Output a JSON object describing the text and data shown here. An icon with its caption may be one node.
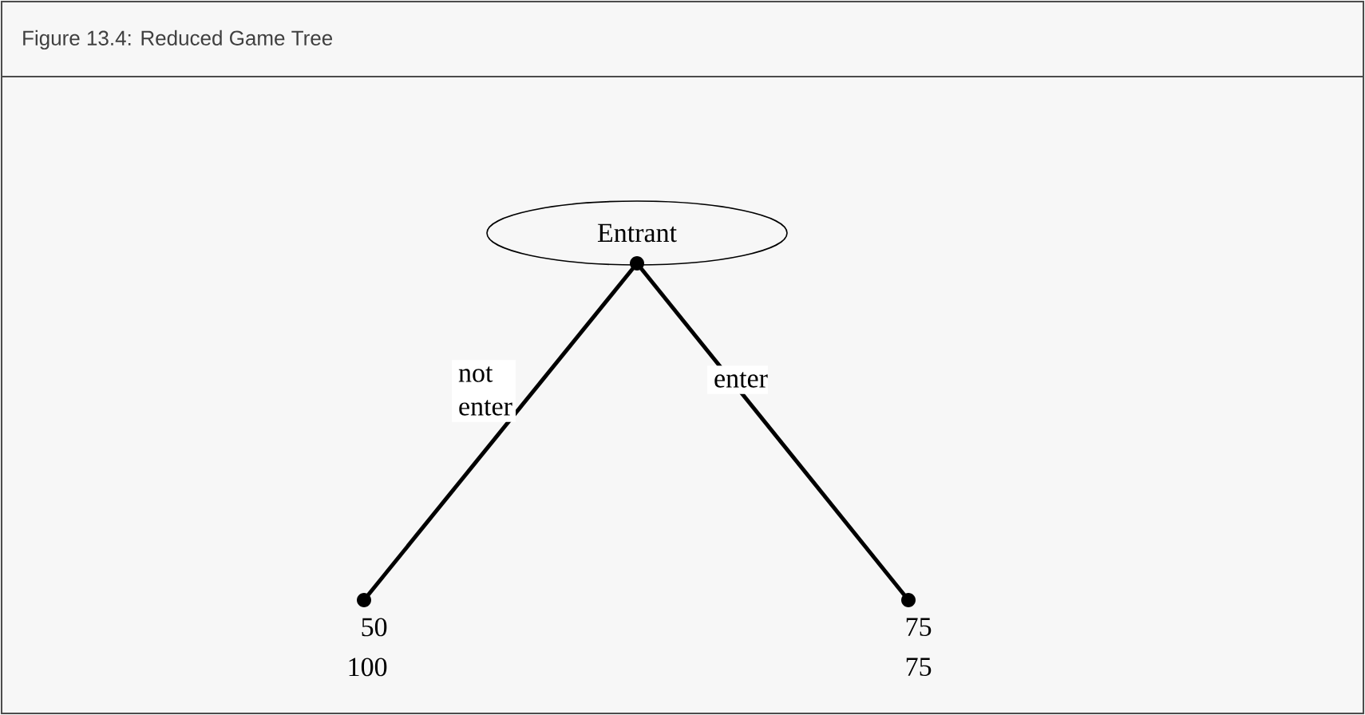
{
  "diagram": {
    "title": "Figure 13.4: Reduced Game Tree",
    "nodes": [
      {
        "text": [
          "Entrant"
        ]
      },
      {
        "text": [],
        "shape": "circle"
      },
      {
        "text": [],
        "shape": "circle",
        "beside": [
          "50",
          "100"
        ]
      },
      {
        "text": [],
        "shape": "circle",
        "beside": [
          "75",
          "75"
        ]
      }
    ],
    "edges": [
      {
        "from": 1,
        "to": 2,
        "arrow": "none",
        "label": "not enter"
      },
      {
        "from": 1,
        "to": 3,
        "arrow": "none",
        "label": "enter"
      }
    ]
  }
}
